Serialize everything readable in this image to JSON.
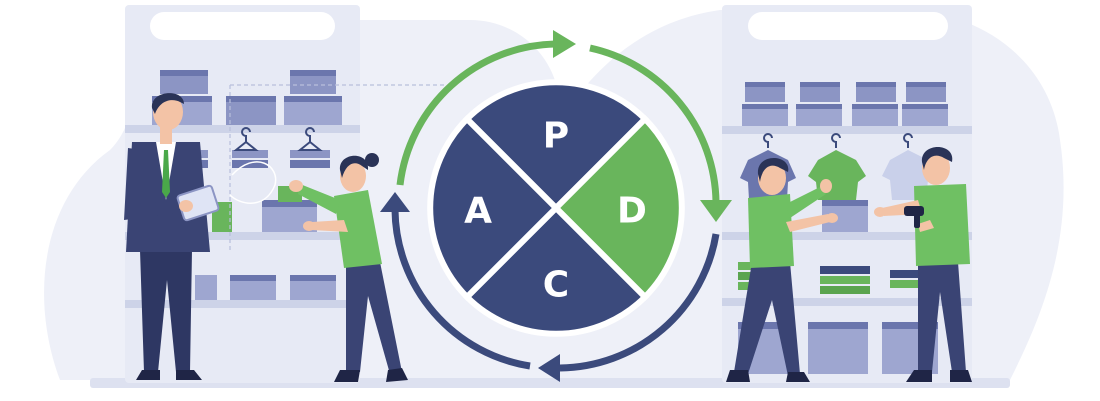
{
  "pdca": {
    "plan": "P",
    "do": "D",
    "check": "C",
    "act": "A"
  },
  "colors": {
    "navy": "#3b4a7c",
    "green": "#69b55c",
    "shelf_light": "#e9ecf6",
    "shelf_mid": "#cdd3e8",
    "box": "#8c95c4",
    "box_dark": "#6b76ad",
    "backdrop": "#eef0f8",
    "skin": "#f3c3a6",
    "hair": "#2a3357",
    "shirt_green": "#6fc063",
    "pants_navy": "#3a4474"
  },
  "icons": [
    "clipboard-tablet-icon",
    "hanger-icon",
    "barcode-scanner-icon",
    "cycle-arrow-icon"
  ]
}
